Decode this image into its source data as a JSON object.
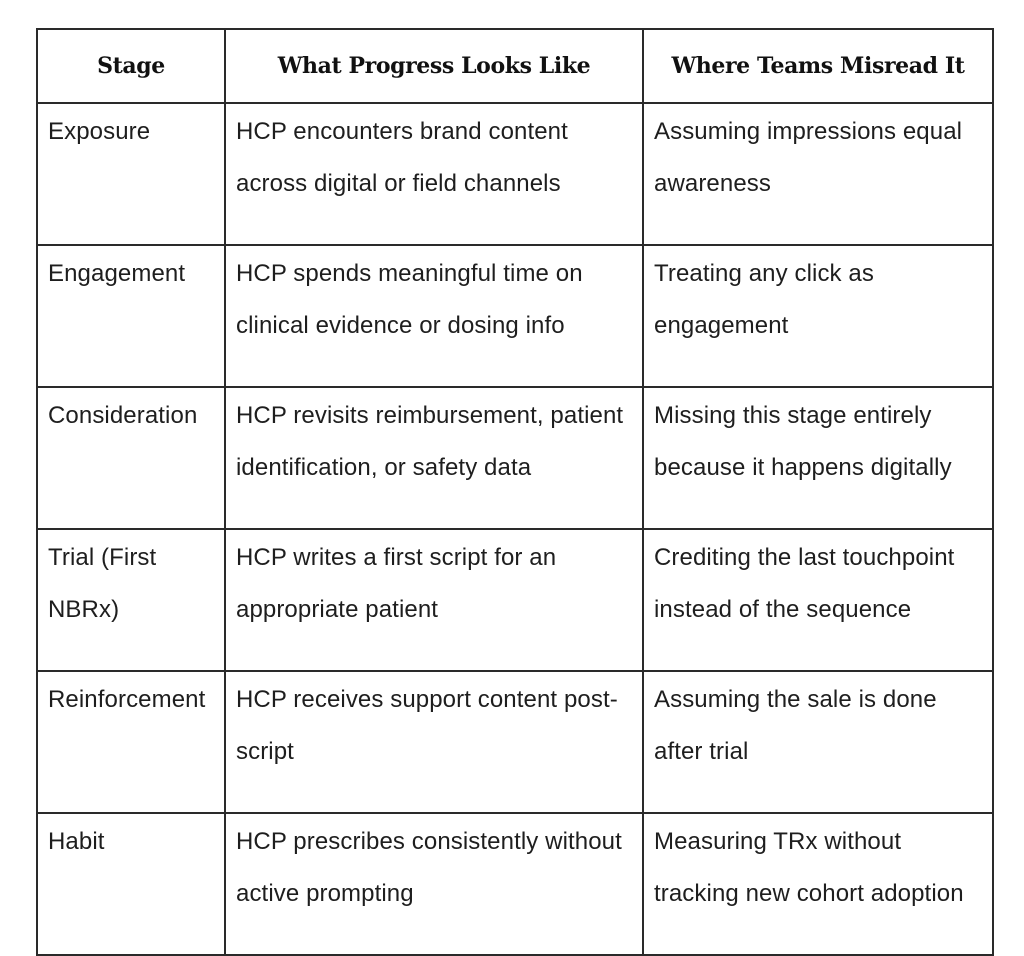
{
  "table": {
    "headers": [
      "Stage",
      "What Progress Looks Like",
      "Where Teams Misread It"
    ],
    "rows": [
      [
        "Exposure",
        "HCP encounters brand content across digital or field channels",
        "Assuming impressions equal awareness"
      ],
      [
        "Engagement",
        "HCP spends meaningful time on clinical evidence or dosing info",
        "Treating any click as engagement"
      ],
      [
        "Consideration",
        "HCP revisits reimbursement, patient identification, or safety data",
        "Missing this stage entirely because it happens digitally"
      ],
      [
        "Trial (First NBRx)",
        "HCP writes a first script for an appropriate patient",
        "Crediting the last touchpoint instead of the sequence"
      ],
      [
        "Reinforcement",
        "HCP receives support content post-script",
        "Assuming the sale is done after trial"
      ],
      [
        "Habit",
        "HCP prescribes consistently without active prompting",
        "Measuring TRx without tracking new cohort adoption"
      ]
    ]
  }
}
